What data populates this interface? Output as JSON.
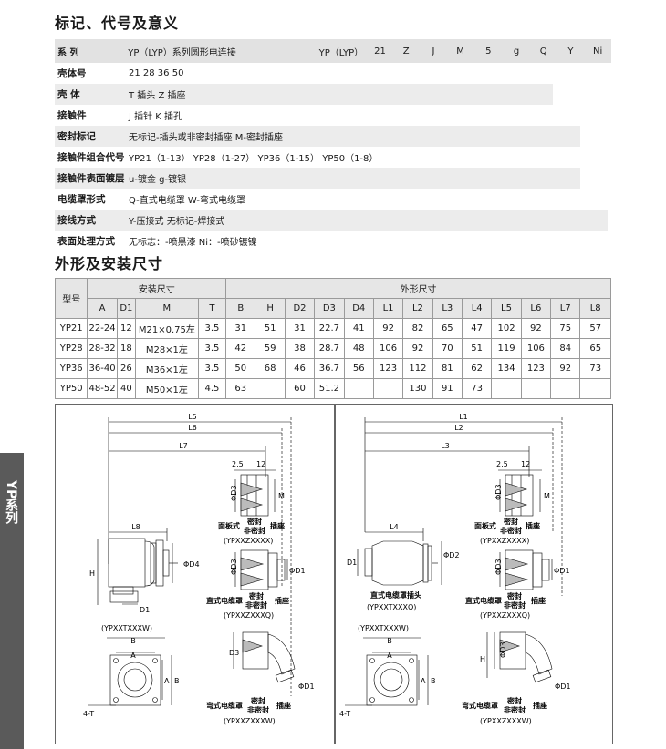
{
  "section1_title": "标记、代号及意义",
  "coding": {
    "header": {
      "label": "系    列",
      "desc": "YP（LYP）系列圆形电连接",
      "codes": [
        "YP（LYP）",
        "21",
        "Z",
        "J",
        "M",
        "5",
        "g",
        "Q",
        "Y",
        "Ni"
      ]
    },
    "rows": [
      {
        "label": "壳体号",
        "value": "21  28  36  50"
      },
      {
        "label": "壳    体",
        "value": "T 插头      Z 插座"
      },
      {
        "label": "接触件",
        "value": "J 插针      K 插孔"
      },
      {
        "label": "密封标记",
        "value": "无标记-插头或非密封插座    M-密封插座"
      },
      {
        "label": "接触件组合代号",
        "value": "YP21（1-13）  YP28（1-27）  YP36（1-15）  YP50（1-8）"
      },
      {
        "label": "接触件表面镀层",
        "value": "u-镀金    g-镀银"
      },
      {
        "label": "电缆罩形式",
        "value": "Q-直式电缆罩    W-弯式电缆罩"
      },
      {
        "label": "接线方式",
        "value": "Y-压接式    无标记-焊接式"
      },
      {
        "label": "表面处理方式",
        "value": "无标志：-喷黑漆    Ni：-喷砂镀镍"
      }
    ]
  },
  "section2_title": "外形及安装尺寸",
  "dims": {
    "model_header": "型号",
    "install_header": "安装尺寸",
    "outline_header": "外形尺寸",
    "columns": [
      "A",
      "D1",
      "M",
      "T",
      "B",
      "H",
      "D2",
      "D3",
      "D4",
      "L1",
      "L2",
      "L3",
      "L4",
      "L5",
      "L6",
      "L7",
      "L8"
    ],
    "rows": [
      {
        "model": "YP21",
        "cells": [
          "22-24",
          "12",
          "M21×0.75左",
          "3.5",
          "31",
          "51",
          "31",
          "22.7",
          "41",
          "92",
          "82",
          "65",
          "47",
          "102",
          "92",
          "75",
          "57"
        ]
      },
      {
        "model": "YP28",
        "cells": [
          "28-32",
          "18",
          "M28×1左",
          "3.5",
          "42",
          "59",
          "38",
          "28.7",
          "48",
          "106",
          "92",
          "70",
          "51",
          "119",
          "106",
          "84",
          "65"
        ]
      },
      {
        "model": "YP36",
        "cells": [
          "36-40",
          "26",
          "M36×1左",
          "3.5",
          "50",
          "68",
          "46",
          "36.7",
          "56",
          "123",
          "112",
          "81",
          "62",
          "134",
          "123",
          "92",
          "73"
        ]
      },
      {
        "model": "YP50",
        "cells": [
          "48-52",
          "40",
          "M50×1左",
          "4.5",
          "63",
          "",
          "60",
          "51.2",
          "",
          "",
          "130",
          "91",
          "73",
          "",
          "",
          "",
          ""
        ]
      }
    ]
  },
  "side_tab": "YP系列",
  "left": {
    "L5": "L5",
    "L6": "L6",
    "L7": "L7",
    "L8": "L8",
    "H": "H",
    "D4": "ΦD4",
    "D1": "D1",
    "B": "B",
    "A": "A",
    "T": "4-T",
    "plug_caption": "(YPXXTXXXW)",
    "d25": "2.5",
    "d12": "12",
    "D3": "ΦD3",
    "M": "M",
    "panel_socket": {
      "line1": "面板式",
      "line2a": "密封",
      "line2b": "非密封",
      "line3": "插座",
      "code": "(YPXXZXXXX)"
    },
    "mid_D3": "ΦD3",
    "mid_D1": "ΦD1",
    "straight_socket": {
      "line1": "直式电缆罩",
      "line2a": "密封",
      "line2b": "非密封",
      "line3": "插座",
      "code": "(YPXXZXXXQ)"
    },
    "bot_D3": "D3",
    "bot_D1": "ΦD1",
    "elbow_socket": {
      "line1": "弯式电缆罩",
      "line2a": "密封",
      "line2b": "非密封",
      "line3": "插座",
      "code": "(YPXXZXXXW)"
    }
  },
  "right": {
    "L1": "L1",
    "L2": "L2",
    "L3": "L3",
    "L4": "L4",
    "D1": "D1",
    "D2": "ΦD2",
    "plug": {
      "line1": "直式电缆罩插头",
      "code": "(YPXXTXXXQ)"
    },
    "d25": "2.5",
    "d12": "12",
    "D3": "ΦD3",
    "M": "M",
    "panel_socket": {
      "line1": "面板式",
      "line2a": "密封",
      "line2b": "非密封",
      "line3": "插座",
      "code": "(YPXXZXXXX)"
    },
    "mid_D3": "ΦD3",
    "mid_D1": "ΦD1",
    "straight_socket": {
      "line1": "直式电缆罩",
      "line2a": "密封",
      "line2b": "非密封",
      "line3": "插座",
      "code": "(YPXXZXXXQ)"
    },
    "B": "B",
    "A": "A",
    "H": "H",
    "T": "4-T",
    "flange_caption": "(YPXXTXXXW)",
    "bot_D3": "ΦD3",
    "bot_D1": "ΦD1",
    "elbow_socket": {
      "line1": "弯式电缆罩",
      "line2a": "密封",
      "line2b": "非密封",
      "line3": "插座",
      "code": "(YPXXZXXXW)"
    }
  }
}
